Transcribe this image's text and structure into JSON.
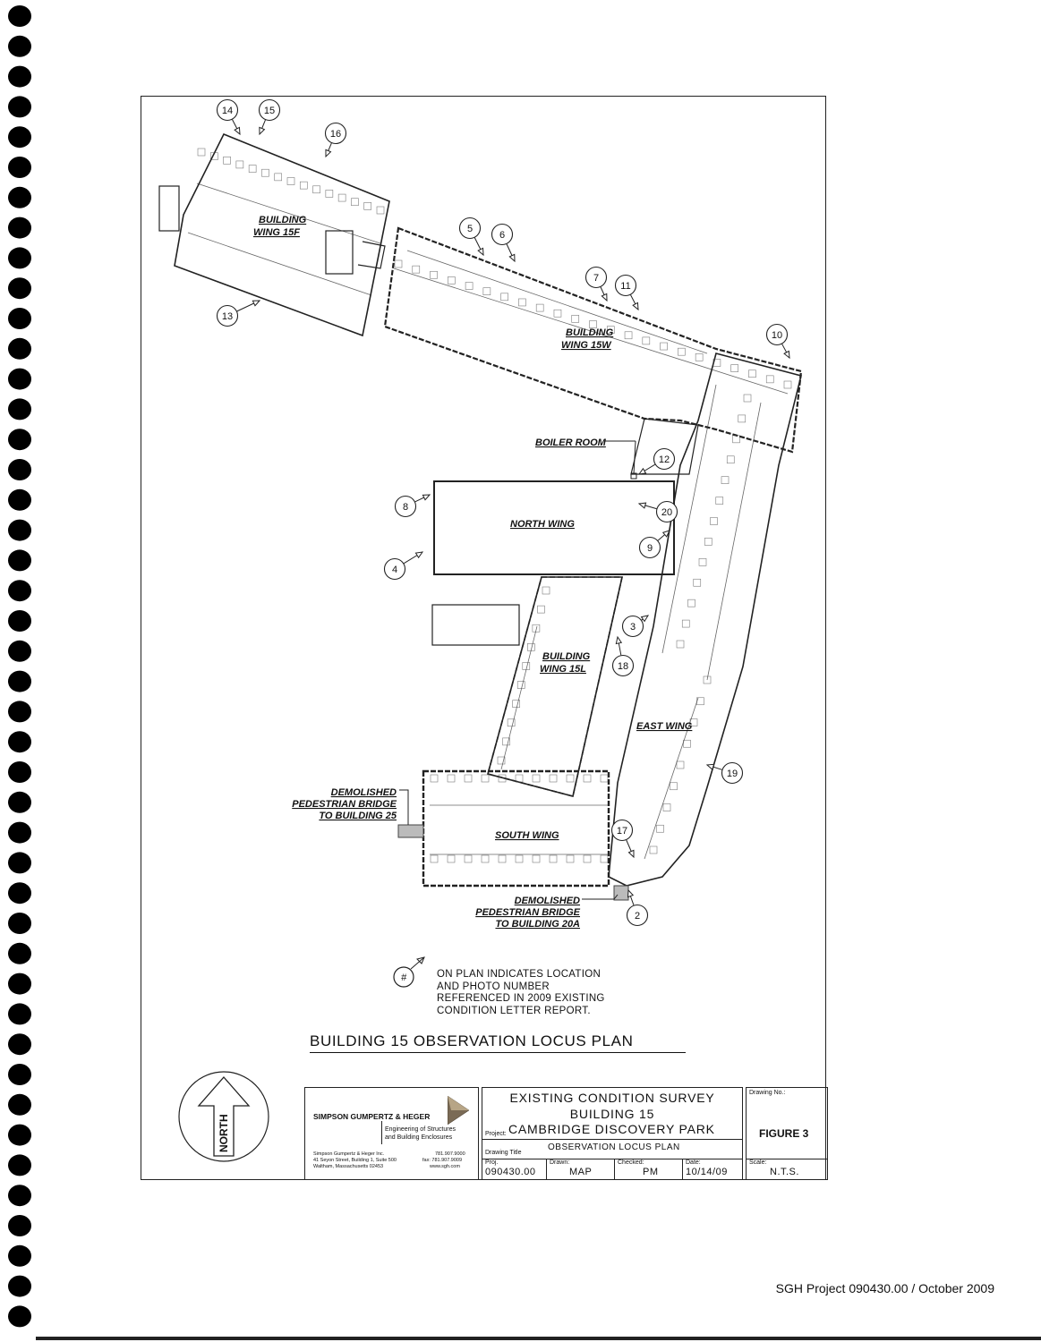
{
  "plan": {
    "wings": {
      "wing_15f": "BUILDING WING 15F",
      "wing_15w": "BUILDING WING 15W",
      "wing_15l": "BUILDING WING 15L",
      "north_wing": "NORTH WING",
      "east_wing": "EAST WING",
      "south_wing": "SOUTH WING",
      "boiler_room": "BOILER ROOM"
    },
    "wing_15f_line1": "BUILDING",
    "wing_15f_line2": "WING 15F",
    "wing_15w_line1": "BUILDING",
    "wing_15w_line2": "WING 15W",
    "wing_15l_line1": "BUILDING",
    "wing_15l_line2": "WING 15L",
    "bridge_25": [
      "DEMOLISHED",
      "PEDESTRIAN BRIDGE",
      "TO BUILDING 25"
    ],
    "bridge_20a": [
      "DEMOLISHED",
      "PEDESTRIAN BRIDGE",
      "TO BUILDING 20A"
    ],
    "markers": [
      "14",
      "15",
      "16",
      "5",
      "6",
      "7",
      "11",
      "10",
      "13",
      "12",
      "8",
      "20",
      "9",
      "4",
      "3",
      "18",
      "19",
      "17",
      "2"
    ]
  },
  "legend": {
    "symbol": "#",
    "lines": [
      "ON PLAN INDICATES LOCATION",
      "AND PHOTO NUMBER",
      "REFERENCED IN 2009 EXISTING",
      "CONDITION LETTER REPORT."
    ]
  },
  "plan_title": "BUILDING 15 OBSERVATION LOCUS PLAN",
  "north_arrow": "NORTH",
  "title_block": {
    "firm": "SIMPSON GUMPERTZ & HEGER",
    "tagline1": "Engineering of Structures",
    "tagline2": "and Building Enclosures",
    "address1": "Simpson Gumpertz & Heger Inc.",
    "address2": "41 Seyon Street, Building 1, Suite 500",
    "address3": "Waltham, Massachusetts 02453",
    "tel": "781.907.9000",
    "fax": "fax: 781.907.9009",
    "web": "www.sgh.com",
    "project_line1": "EXISTING CONDITION SURVEY",
    "project_line2": "BUILDING 15",
    "project_label": "Project:",
    "project_line3": "CAMBRIDGE DISCOVERY PARK",
    "drawing_title_label": "Drawing Title",
    "drawing_title": "OBSERVATION LOCUS PLAN",
    "proj_label": "Proj.",
    "proj_no": "090430.00",
    "drawn_label": "Drawn:",
    "drawn": "MAP",
    "checked_label": "Checked:",
    "checked": "PM",
    "date_label": "Date:",
    "date": "10/14/09",
    "drawing_no_label": "Drawing No.:",
    "figure": "FIGURE 3",
    "scale_label": "Scale:",
    "scale": "N.T.S."
  },
  "footer": "SGH Project 090430.00 / October 2009"
}
